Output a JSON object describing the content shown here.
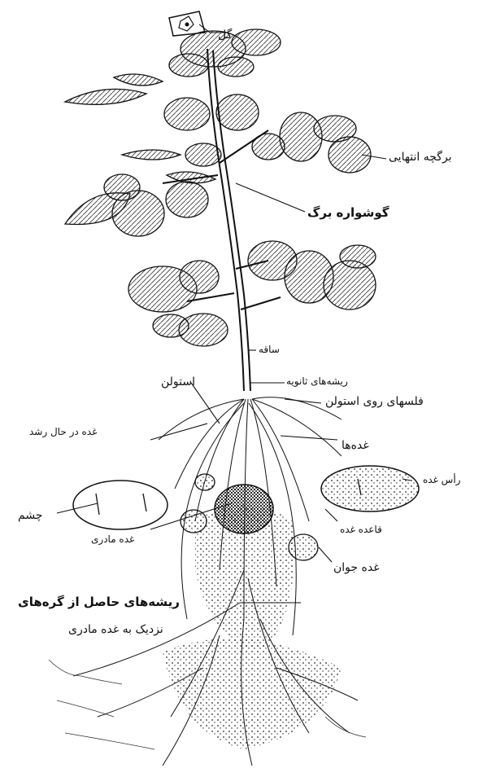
{
  "labels": {
    "flower": "گل",
    "terminal_leaflet": "برگچه انتهایی",
    "leaf_earring": "گوشواره برگ",
    "stem": "ساقه",
    "stolon": "استولن",
    "stem_roots": "ریشه‌های ثانویه",
    "scales_on_stolon": "فلسهای روی استولن",
    "growing_tuber": "غده در حال رشد",
    "tubers": "غده‌ها",
    "tuber_apex": "رأس غده",
    "eye": "چشم",
    "tuber_base": "قاعده غده",
    "mother_tuber": "غده مادری",
    "young_tuber": "غده جوان",
    "roots_line1": "ریشه‌های حاصل از گره‌های",
    "roots_line2": "نزدیک به غده مادری"
  }
}
